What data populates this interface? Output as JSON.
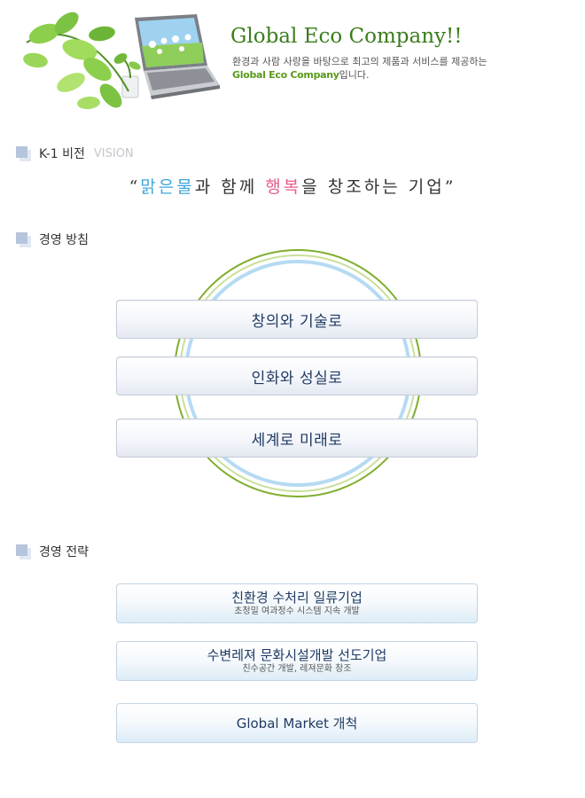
{
  "header": {
    "title": "Global Eco Company!!",
    "description_line1": "환경과 사람 사랑을 바탕으로 최고의 제품과 서비스를 제공하는",
    "description_line2_brand": "Global Eco Company",
    "description_line2_tail": "입니다.",
    "image_icon": "laptop-with-leaves-illustration"
  },
  "vision": {
    "heading": "K-1 비전",
    "heading_en": "VISION",
    "quote_open": "“",
    "highlight1": "맑은물",
    "text1": "과 함께 ",
    "highlight2": "행복",
    "text2": "을 창조하는 기업",
    "quote_close": "”"
  },
  "policy": {
    "heading": "경영 방침",
    "items": [
      "창의와 기술로",
      "인화와 성실로",
      "세계로 미래로"
    ]
  },
  "strategy": {
    "heading": "경영 전략",
    "items": [
      {
        "title": "친환경 수처리 일류기업",
        "subtitle": "초정밀 여과정수 시스템 지속 개발"
      },
      {
        "title": "수변레져 문화시설개발 선도기업",
        "subtitle": "친수공간 개발, 레져문화 창조"
      },
      {
        "title": "Global Market 개척",
        "subtitle": ""
      }
    ]
  },
  "colors": {
    "title_green": "#3a7d1c",
    "accent_blue": "#3ea6d9",
    "accent_pink": "#e95c8f",
    "navy_text": "#1f3a63"
  }
}
